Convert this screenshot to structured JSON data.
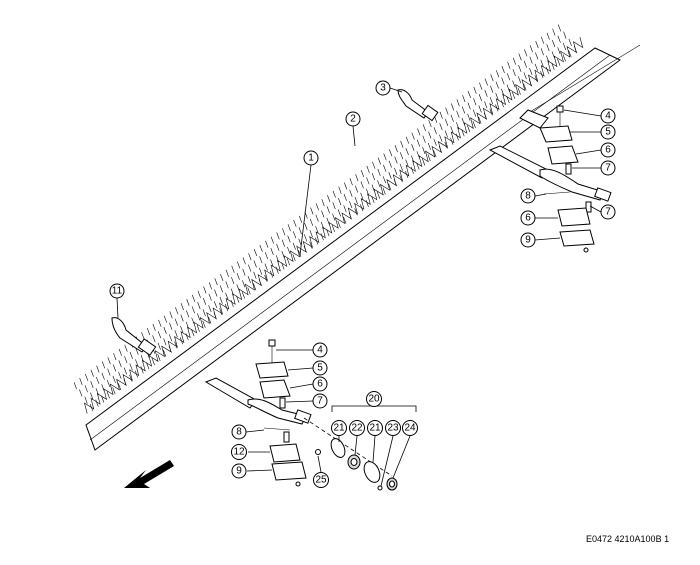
{
  "drawing": {
    "doc_id": "E0472 4210A100B 1",
    "callouts": [
      {
        "label": "1"
      },
      {
        "label": "2"
      },
      {
        "label": "3"
      },
      {
        "label": "4"
      },
      {
        "label": "5"
      },
      {
        "label": "6"
      },
      {
        "label": "7"
      },
      {
        "label": "8"
      },
      {
        "label": "6"
      },
      {
        "label": "7"
      },
      {
        "label": "9"
      },
      {
        "label": "11"
      },
      {
        "label": "4"
      },
      {
        "label": "5"
      },
      {
        "label": "6"
      },
      {
        "label": "7"
      },
      {
        "label": "8"
      },
      {
        "label": "12"
      },
      {
        "label": "9"
      },
      {
        "label": "25"
      },
      {
        "label": "20"
      },
      {
        "label": "21"
      },
      {
        "label": "22"
      },
      {
        "label": "21"
      },
      {
        "label": "23"
      },
      {
        "label": "24"
      }
    ],
    "direction_arrow_icon": "arrow-down-left-icon"
  }
}
